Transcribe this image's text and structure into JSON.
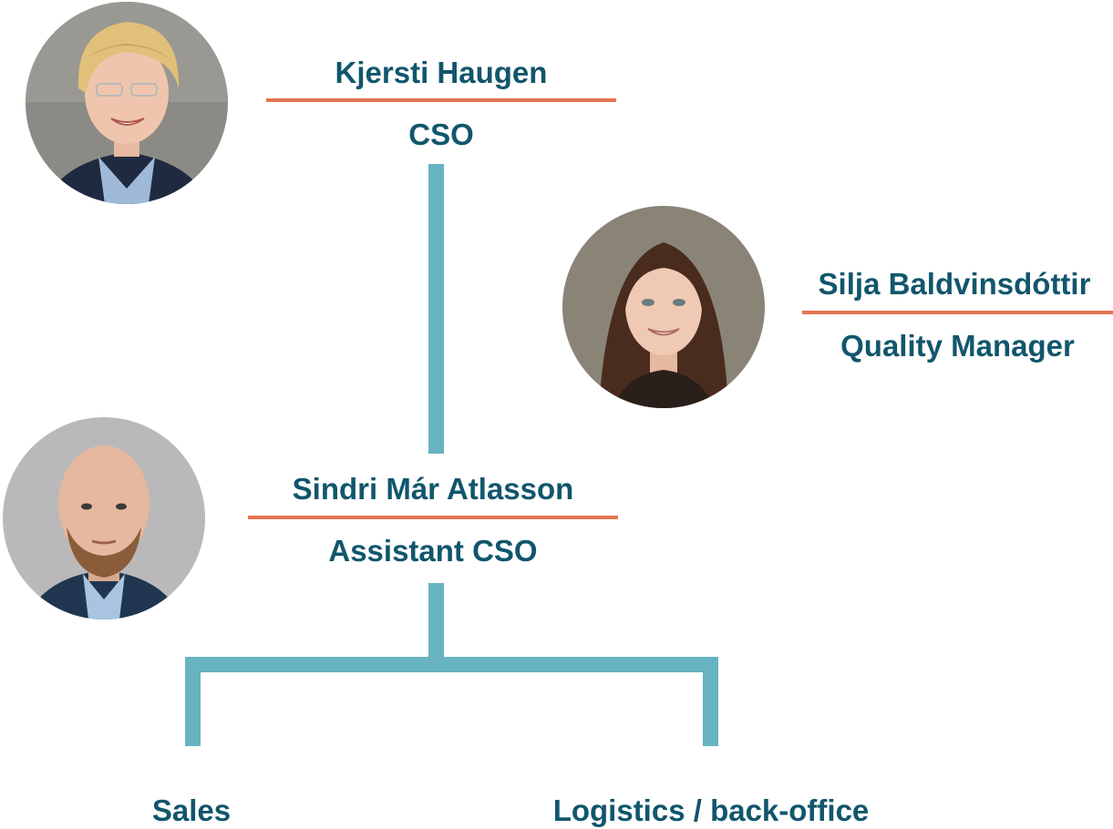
{
  "people": [
    {
      "name": "Kjersti Haugen",
      "role": "CSO",
      "photo": "portrait-woman-blonde"
    },
    {
      "name": "Silja Baldvinsdóttir",
      "role": "Quality Manager",
      "photo": "portrait-woman-brunette"
    },
    {
      "name": "Sindri Már Atlasson",
      "role": "Assistant CSO",
      "photo": "portrait-man-bald-beard"
    }
  ],
  "departments": [
    "Sales",
    "Logistics / back-office"
  ],
  "colors": {
    "text": "#11566c",
    "divider": "#e47550",
    "connector": "#68b3c2"
  }
}
